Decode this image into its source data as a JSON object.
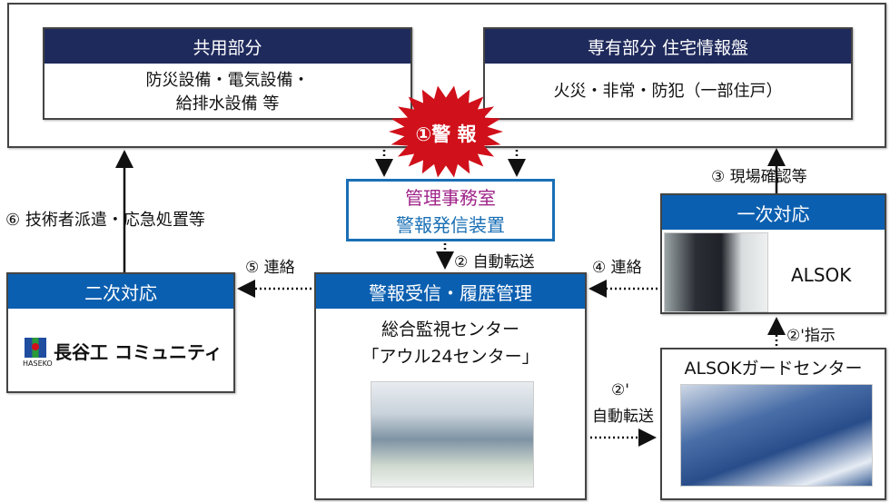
{
  "common": {
    "title": "共用部分",
    "line1": "防災設備・電気設備・",
    "line2": "給排水設備 等"
  },
  "private": {
    "title": "専有部分 住宅情報盤",
    "line1": "火災・非常・防犯（一部住戸）"
  },
  "alarm": {
    "label": "①警 報"
  },
  "office": {
    "line1": "管理事務室",
    "line2": "警報発信装置"
  },
  "center": {
    "title": "警報受信・履歴管理",
    "line1": "総合監視センター",
    "line2": "「アウル24センター」"
  },
  "secondary": {
    "title": "二次対応",
    "logo_name": "長谷工 コミュニティ",
    "logo_sub": "HASEKO"
  },
  "primary": {
    "title": "一次対応",
    "name": "ALSOK"
  },
  "guard": {
    "title": "ALSOKガードセンター"
  },
  "arrows": {
    "auto_transfer": "② 自動転送",
    "site_check": "③ 現場確認等",
    "contact4": "④ 連絡",
    "contact5": "⑤ 連絡",
    "tech": "⑥ 技術者派遣・応急処置等",
    "instruct": "②'指示",
    "auto2_num": "②'",
    "auto2_label": "自動転送"
  },
  "colors": {
    "navy": "#1f2a5c",
    "blue": "#0b5fb0",
    "magenta": "#a0258a",
    "red": "#d0101a"
  }
}
